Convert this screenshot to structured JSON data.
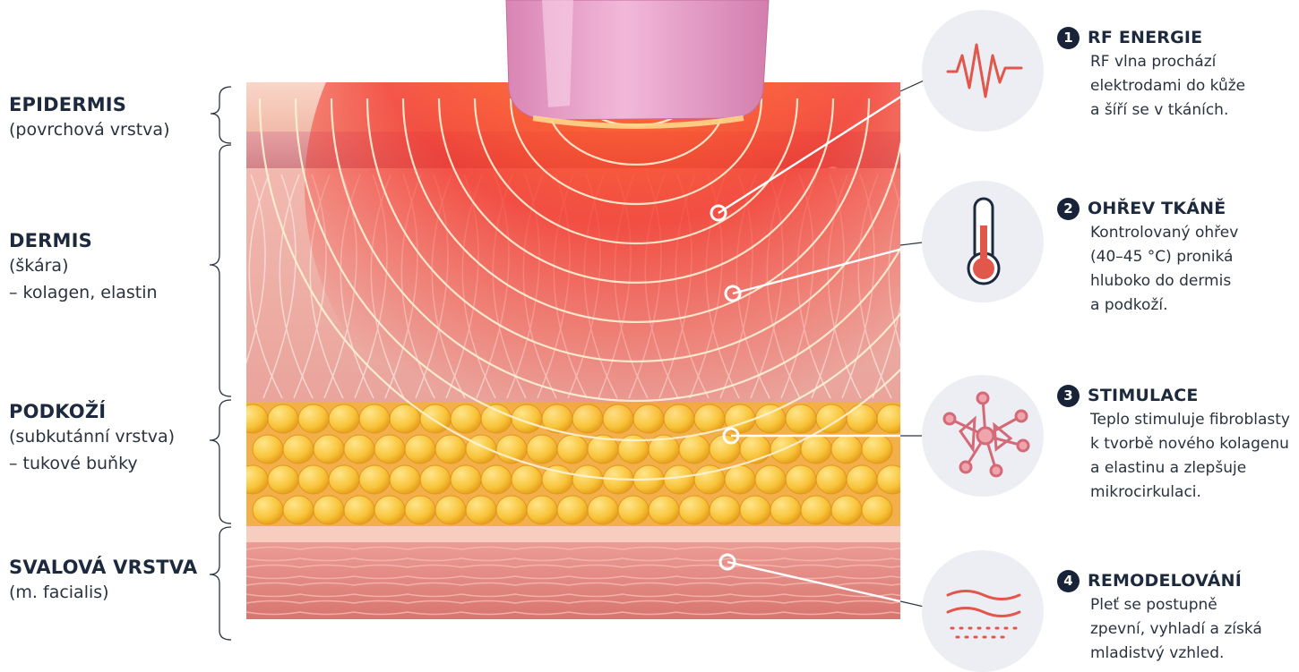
{
  "layers": [
    {
      "title": "EPIDERMIS",
      "lines": [
        "(povrchová vrstva)"
      ]
    },
    {
      "title": "DERMIS",
      "lines": [
        "(škára)",
        "– kolagen, elastin"
      ]
    },
    {
      "title": "PODKOŽÍ",
      "lines": [
        "(subkutánní vrstva)",
        "– tukové buňky"
      ]
    },
    {
      "title": "SVALOVÁ VRSTVA",
      "lines": [
        "(m. facialis)"
      ]
    }
  ],
  "steps": [
    {
      "number": "1",
      "title": "RF ENERGIE",
      "lines": [
        "RF vlna prochází",
        "elektrodami do kůže",
        "a šíří se v tkáních."
      ],
      "icon": "rf-wave-icon"
    },
    {
      "number": "2",
      "title": "OHŘEV TKÁNĚ",
      "lines": [
        "Kontrolovaný ohřev",
        "(40–45 °C) proniká",
        "hluboko do dermis",
        "a podkoží."
      ],
      "icon": "thermometer-icon"
    },
    {
      "number": "3",
      "title": "STIMULACE",
      "lines": [
        "Teplo stimuluje fibroblasty",
        "k tvorbě nového kolagenu",
        "a elastinu a zlepšuje",
        "mikrocirkulaci."
      ],
      "icon": "fibroblast-icon"
    },
    {
      "number": "4",
      "title": "REMODELOVÁNÍ",
      "lines": [
        "Pleť se postupně",
        "zpevní, vyhladí a získá",
        "mladistvý vzhled."
      ],
      "icon": "smooth-skin-icon"
    }
  ],
  "colors": {
    "epidermis": "#f3c1b2",
    "epidermis_band": "#d98b8f",
    "dermis": "#efb0a8",
    "fat": "#f7c33a",
    "muscle": "#e48b86",
    "heat_core": "#ff3a1a",
    "device": "#e8a3c9",
    "icon_accent": "#e2574c",
    "text_dark": "#1d2a3e"
  }
}
